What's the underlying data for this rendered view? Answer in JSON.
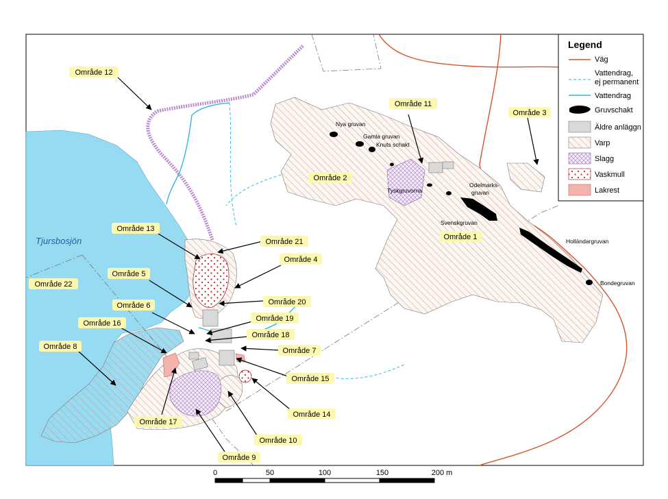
{
  "lake": {
    "name": "Tjursbosjön"
  },
  "areas": [
    "Område 12",
    "Område 11",
    "Område 3",
    "Område 2",
    "Område 1",
    "Område 13",
    "Område 21",
    "Område 4",
    "Område 5",
    "Område 20",
    "Område 22",
    "Område 6",
    "Område 19",
    "Område 16",
    "Område 18",
    "Område 8",
    "Område 7",
    "Område 15",
    "Område 17",
    "Område 14",
    "Område 10",
    "Område 9"
  ],
  "mines": [
    "Nya gruvan",
    "Gamla gruvan",
    "Knuts schakt",
    "Tyskgruvorna",
    "Odelmarks-",
    "gruvan",
    "Svenskgruvan",
    "Holländargruvan",
    "Bondegruvan"
  ],
  "legend": {
    "title": "Legend",
    "items": [
      "Väg",
      "Vattendrag,",
      "ej permanent",
      "Vattendrag",
      "Gruvschakt",
      "Äldre anläggn",
      "Varp",
      "Slagg",
      "Vaskmull",
      "Lakrest"
    ]
  },
  "scale_bar": {
    "ticks": [
      "0",
      "50",
      "100",
      "150",
      "200 m"
    ]
  },
  "colors": {
    "lake": "#97dbf2",
    "road": "#d9532c",
    "stream": "#23b5da",
    "mine_shaft": "#000000",
    "old_facility": "#d9d9d9",
    "waste_rock": "#cf9e92",
    "slag": "#b98ad0",
    "vaskmull": "#c81e1e",
    "leach_residue": "#f4b2ad",
    "label_highlight": "#fdf8b0"
  }
}
